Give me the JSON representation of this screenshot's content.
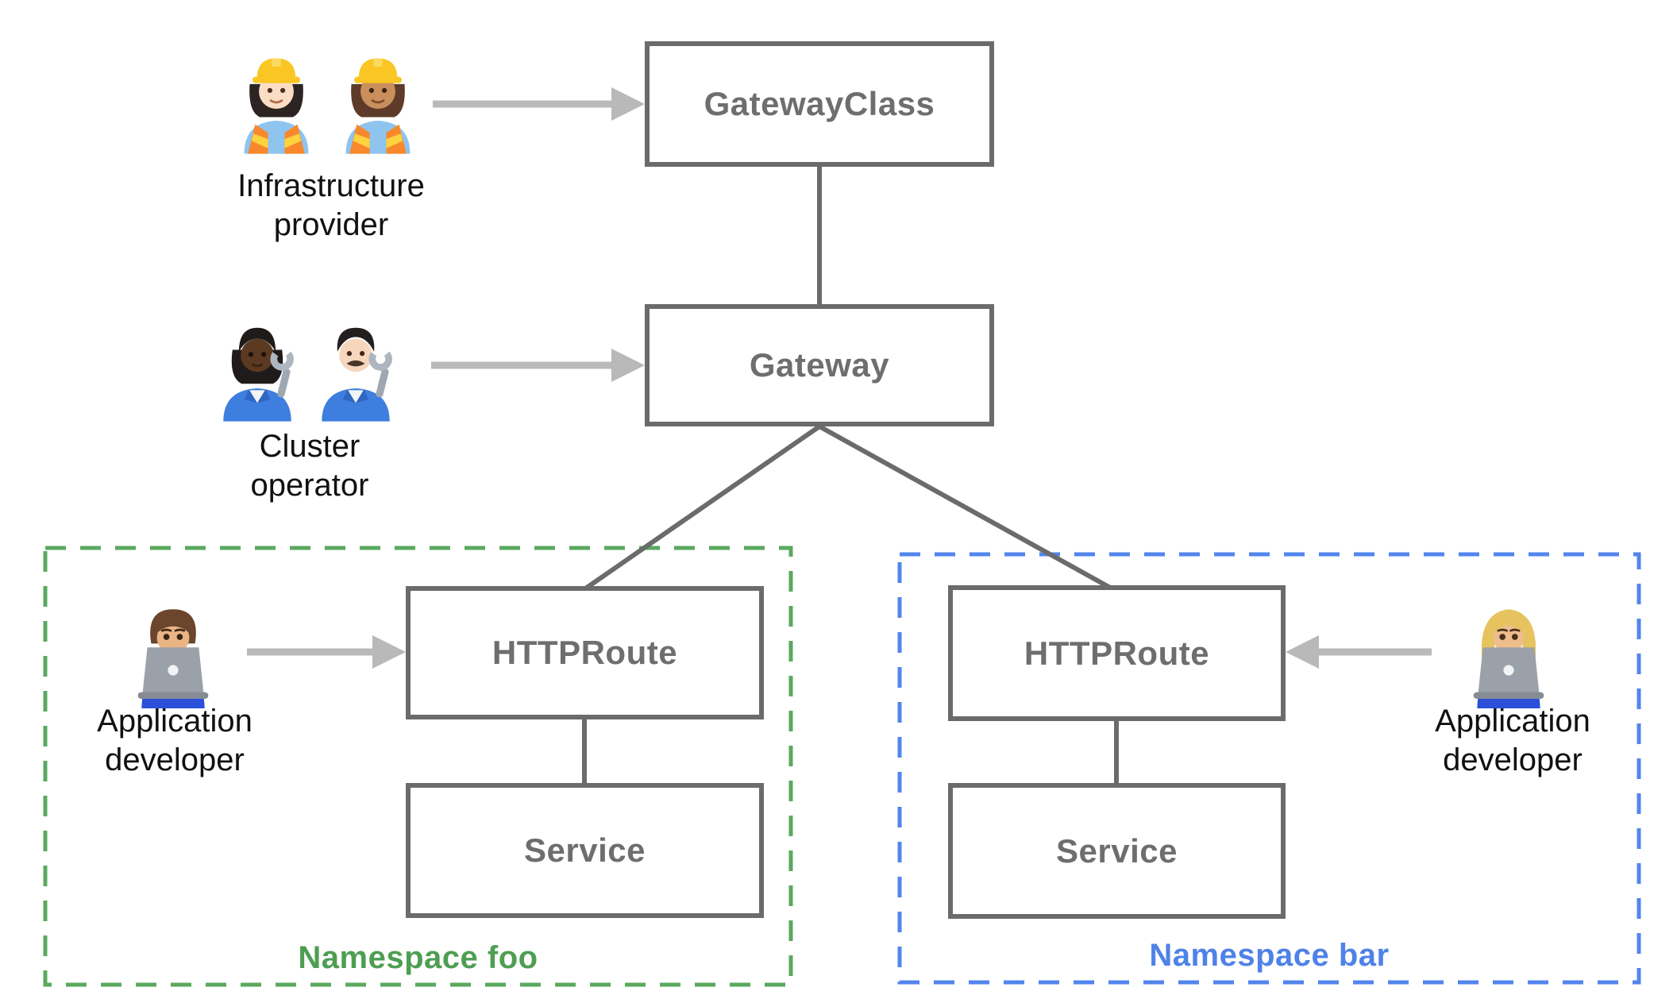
{
  "diagram": {
    "nodes": {
      "gateway_class": {
        "label": "GatewayClass"
      },
      "gateway": {
        "label": "Gateway"
      },
      "httproute_foo": {
        "label": "HTTPRoute"
      },
      "service_foo": {
        "label": "Service"
      },
      "httproute_bar": {
        "label": "HTTPRoute"
      },
      "service_bar": {
        "label": "Service"
      }
    },
    "namespaces": {
      "foo": {
        "label": "Namespace foo",
        "border_color": "#5aa95f",
        "text_color": "#4e9e52"
      },
      "bar": {
        "label": "Namespace bar",
        "border_color": "#5285ec",
        "text_color": "#4f82e8"
      }
    },
    "personas": {
      "infrastructure_provider": {
        "line1": "Infrastructure",
        "line2": "provider",
        "icons": [
          "woman-construction-worker-light-icon",
          "woman-construction-worker-medium-icon"
        ]
      },
      "cluster_operator": {
        "line1": "Cluster",
        "line2": "operator",
        "icons": [
          "mechanic-dark-icon",
          "man-mechanic-light-icon"
        ]
      },
      "application_developer_foo": {
        "line1": "Application",
        "line2": "developer",
        "icons": [
          "man-technologist-icon"
        ]
      },
      "application_developer_bar": {
        "line1": "Application",
        "line2": "developer",
        "icons": [
          "woman-technologist-icon"
        ]
      }
    },
    "colors": {
      "background": "#ffffff",
      "box_border": "#6b6b6b",
      "box_text": "#6e6e6e",
      "connector": "#6b6b6b",
      "arrow": "#b9b9b9",
      "persona_text": "#111111"
    }
  }
}
